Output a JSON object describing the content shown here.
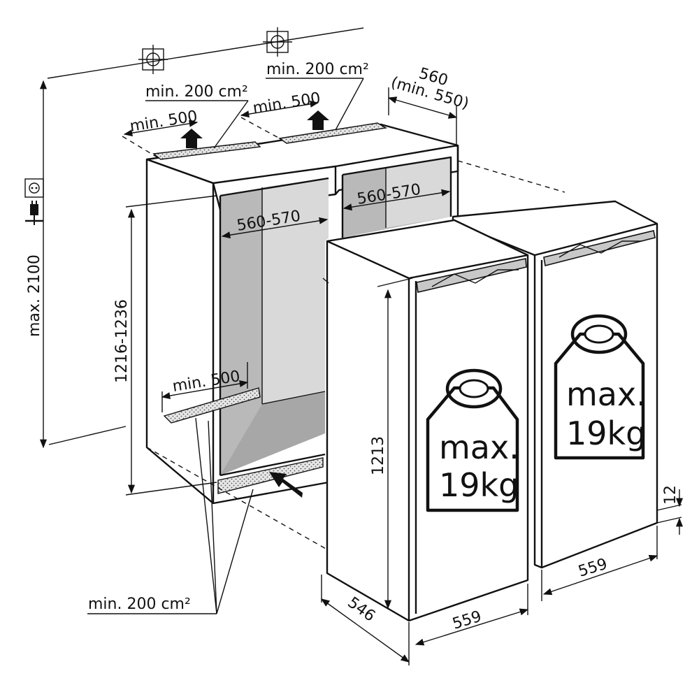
{
  "labels": {
    "vent_top_left_area": "min. 200 cm²",
    "vent_top_right_area": "min. 200 cm²",
    "vent_top_left_depth": "min. 500",
    "vent_top_right_depth": "min. 500",
    "depth_top": "560",
    "depth_top_min": "(min. 550)",
    "niche_width_left": "560-570",
    "niche_width_right": "560-570",
    "niche_height": "1216-1236",
    "max_height": "max. 2100",
    "vent_bottom_depth": "min. 500",
    "vent_bottom_area": "min. 200 cm²",
    "appliance_height": "1213",
    "appliance_depth": "546",
    "appliance_width_front": "559",
    "appliance_width_back": "559",
    "plinth_gap": "12"
  },
  "load_front": {
    "line1": "max.",
    "line2": "19kg"
  },
  "load_back": {
    "line1": "max.",
    "line2": "19kg"
  },
  "icons": [
    "crosshair-icon",
    "crosshair-icon",
    "power-socket-icon",
    "power-plug-icon",
    "weight-icon",
    "weight-icon",
    "airflow-arrow-icon"
  ]
}
